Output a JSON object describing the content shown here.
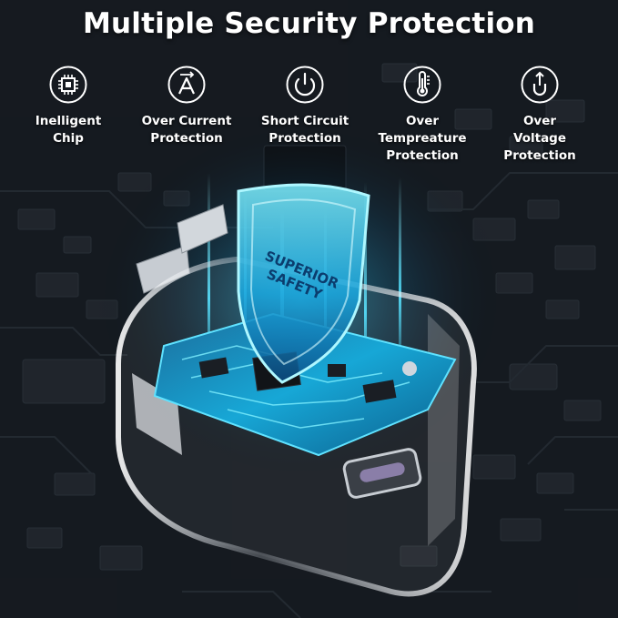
{
  "title": "Multiple Security Protection",
  "features": [
    {
      "label": "Inelligent\nChip",
      "icon": "chip-icon"
    },
    {
      "label": "Over Current\nProtection",
      "icon": "ampere-icon"
    },
    {
      "label": "Short Circuit\nProtection",
      "icon": "power-icon"
    },
    {
      "label": "Over\nTempreature\nProtection",
      "icon": "thermometer-icon"
    },
    {
      "label": "Over\nVoltage\nProtection",
      "icon": "voltage-icon"
    }
  ],
  "shield_text": "SUPERIOR\nSAFETY",
  "colors": {
    "background": "#15191f",
    "accent": "#2ad4ff",
    "text": "#ffffff"
  }
}
